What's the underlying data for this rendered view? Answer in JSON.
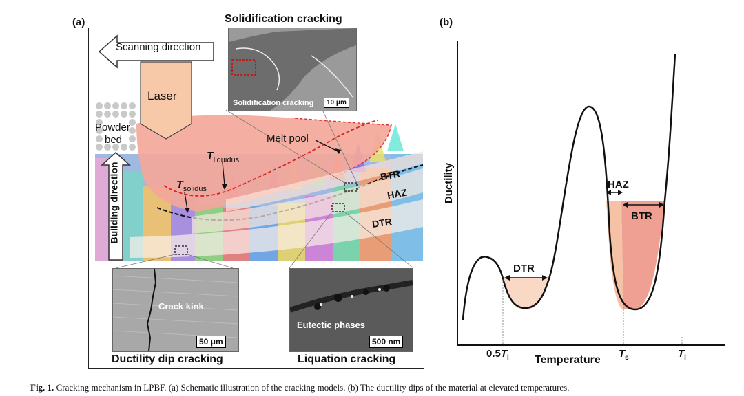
{
  "panel_a": {
    "label": "(a)",
    "title_top": "Solidification cracking",
    "scanning_direction": "Scanning direction",
    "laser": "Laser",
    "powder_bed_1": "Powder",
    "powder_bed_2": "bed",
    "melt_pool": "Melt pool",
    "t_liquidus": "T",
    "t_liquidus_sub": "liquidus",
    "t_solidus": "T",
    "t_solidus_sub": "solidus",
    "btr": "BTR",
    "haz": "HAZ",
    "dtr": "DTR",
    "building_direction": "Building direction",
    "inset_top_annotation": "Solidification cracking",
    "inset_top_scale": "10 μm",
    "inset_left_annotation": "Crack kink",
    "inset_left_scale": "50 μm",
    "inset_left_title": "Ductility dip cracking",
    "inset_right_annotation": "Eutectic phases",
    "inset_right_scale": "500 nm",
    "inset_right_title": "Liquation cracking"
  },
  "panel_b": {
    "label": "(b)",
    "ylabel": "Ductility",
    "xlabel": "Temperature",
    "dtr": "DTR",
    "haz": "HAZ",
    "btr": "BTR",
    "tick_1": "0.5",
    "tick_1_t": "T",
    "tick_1_sub": "l",
    "tick_2_t": "T",
    "tick_2_sub": "s",
    "tick_3_t": "T",
    "tick_3_sub": "l"
  },
  "caption": {
    "fig": "Fig. 1.",
    "text": "Cracking mechanism in LPBF. (a) Schematic illustration of the cracking models. (b) The ductility dips of the material at elevated temperatures."
  },
  "colors": {
    "melt_pool": "#f3a79a",
    "laser": "#f8c9a8",
    "dtr_fill": "#f9d8c6",
    "haz_fill": "#f6c2a6",
    "btr_fill": "#f0a092"
  }
}
